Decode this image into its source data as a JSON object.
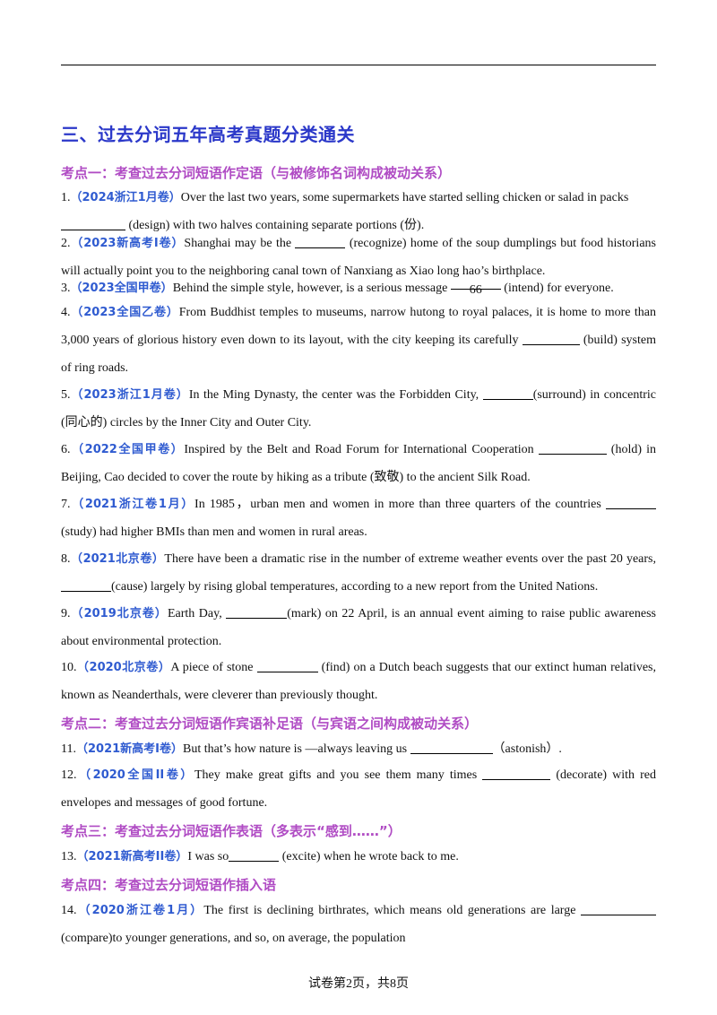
{
  "section_title": "三、过去分词五年高考真题分类通关",
  "kaodian": [
    "考点一：考查过去分词短语作定语（与被修饰名词构成被动关系）",
    "考点二：考查过去分词短语作宾语补足语（与宾语之间构成被动关系）",
    "考点三：考查过去分词短语作表语（多表示“感到……”）",
    "考点四：考查过去分词短语作插入语"
  ],
  "questions": [
    {
      "num": "1.",
      "src": "（2024浙江1月卷）",
      "pre": "Over the last two years, some supermarkets have  started selling chicken or salad in packs",
      "blank": "",
      "post": " (design) with two halves containing separate portions (份)."
    },
    {
      "num": "2.",
      "src": "（2023新高考I卷）",
      "pre": "Shanghai may be the ",
      "blank": "",
      "post": " (recognize) home of the soup dumplings but food historians will actually point you to the neighboring canal town of Nanxiang as Xiao long hao’s birthplace."
    },
    {
      "num": "3.",
      "src": "（2023全国甲卷）",
      "pre": "Behind the simple style, however, is a serious message ",
      "blank": "66",
      "post": " (intend) for everyone."
    },
    {
      "num": "4.",
      "src": "（2023全国乙卷）",
      "pre": "From Buddhist temples to museums, narrow hutong  to  royal palaces, it is home to more than 3,000 years of glorious history even down to its layout, with the city keeping its carefully ",
      "blank": "",
      "post": " (build) system of ring roads."
    },
    {
      "num": "5.",
      "src": "（2023浙江1月卷）",
      "pre": "In the Ming Dynasty, the center was the Forbidden City, ",
      "blank": "",
      "post": "(surround)  in concentric (同心的)  circles by the Inner City and Outer City."
    },
    {
      "num": "6.",
      "src": "（2022全国甲卷）",
      "pre": "Inspired by the Belt and Road Forum for International Cooperation ",
      "blank": "",
      "post": " (hold) in Beijing, Cao decided to cover the route by hiking as a tribute (致敬) to the ancient Silk Road."
    },
    {
      "num": "7.",
      "src": "（2021浙江卷1月）",
      "pre": "In 1985，urban men and women in more than three quarters of the countries ",
      "blank": "",
      "post": " (study) had higher BMIs than men and women in rural areas."
    },
    {
      "num": "8.",
      "src": "（2021北京卷）",
      "pre": "There  have  been  a dramatic rise in the number of extreme weather events over the past 20 years, ",
      "blank": "",
      "post": "(cause) largely by rising global temperatures, according to a new report from the United Nations."
    },
    {
      "num": "9.",
      "src": "（2019北京卷）",
      "pre": "Earth Day, ",
      "blank": "",
      "post": "(mark) on 22 April,  is an annual event aiming to raise public awareness about environmental protection."
    },
    {
      "num": "10.",
      "src": "（2020北京卷）",
      "pre": "A piece of stone ",
      "blank": "",
      "post": " (find) on a Dutch beach suggests that our extinct human relatives, known as Neanderthals, were cleverer than previously thought."
    },
    {
      "num": "11.",
      "src": "（2021新高考I卷）",
      "pre": "But that’s how nature is —always leaving us ",
      "blank": "",
      "post": "（astonish）."
    },
    {
      "num": "12.",
      "src": "（2020全国II卷）",
      "pre": "They make great gifts and you see them many times ",
      "blank": "",
      "post": " (decorate) with red envelopes and messages of good fortune."
    },
    {
      "num": "13.",
      "src": "（2021新高考II卷）",
      "pre": "I was so",
      "blank": "",
      "post": " (excite) when he wrote back to me."
    },
    {
      "num": "14.",
      "src": "（2020浙江卷1月）",
      "pre": "The first is declining birthrates, which means old generations are large ",
      "blank": "",
      "post": " (compare)to younger generations, and so, on average, the population"
    }
  ],
  "footer": "试卷第2页，共8页"
}
